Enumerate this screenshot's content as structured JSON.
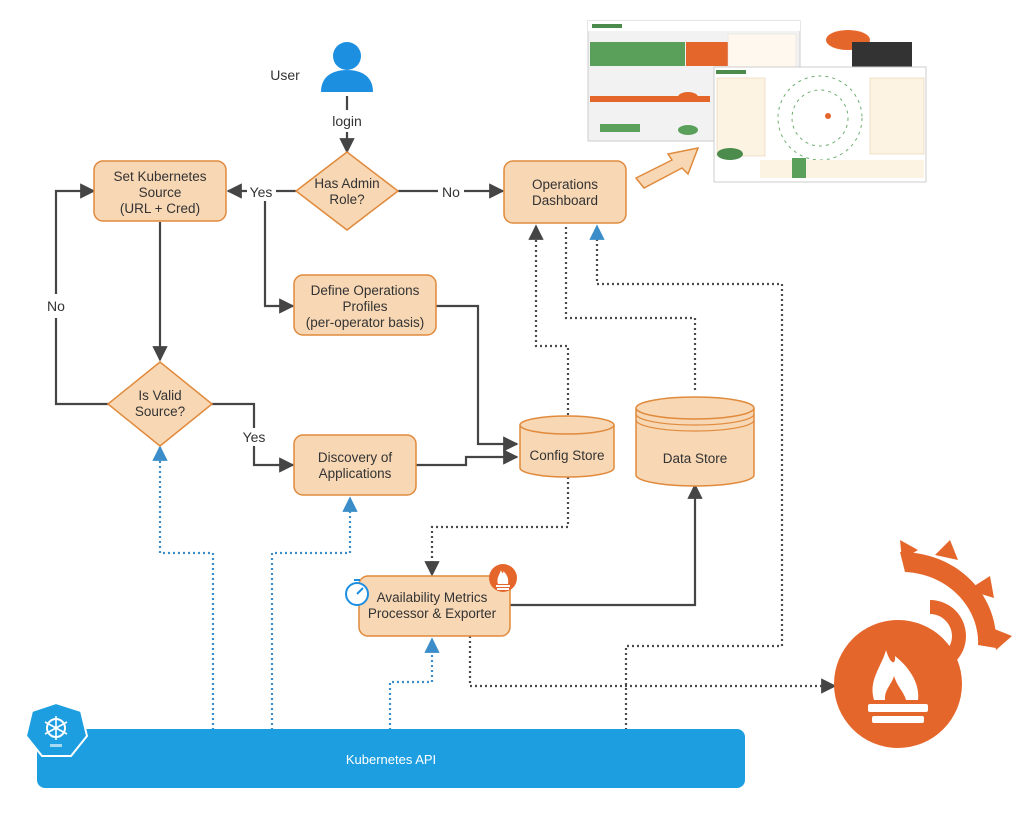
{
  "colors": {
    "node_fill": "#f8d7b4",
    "node_stroke": "#e08a3c",
    "line": "#454545",
    "dotted": "#4a4a4a",
    "blue_dotted": "#3a8dc8",
    "api_blue": "#1d9ee0",
    "prom_orange": "#e5662b",
    "user_blue": "#1d8fe1"
  },
  "nodes": {
    "user_label": "User",
    "login_label": "login",
    "has_admin_l1": "Has Admin",
    "has_admin_l2": "Role?",
    "set_k8s_l1": "Set Kubernetes",
    "set_k8s_l2": "Source",
    "set_k8s_l3": "(URL + Cred)",
    "ops_dash_l1": "Operations",
    "ops_dash_l2": "Dashboard",
    "define_l1": "Define Operations",
    "define_l2": "Profiles",
    "define_l3": "(per-operator basis)",
    "valid_l1": "Is Valid",
    "valid_l2": "Source?",
    "discovery_l1": "Discovery of",
    "discovery_l2": "Applications",
    "config_store": "Config Store",
    "data_store": "Data Store",
    "avail_l1": "Availability Metrics",
    "avail_l2": "Processor & Exporter",
    "k8s_api": "Kubernetes API"
  },
  "edge_labels": {
    "yes_admin": "Yes",
    "no_admin": "No",
    "no_valid": "No",
    "yes_valid": "Yes"
  },
  "icons": [
    "user-icon",
    "kubernetes-icon",
    "prometheus-icon",
    "grafana-icon",
    "timer-icon",
    "dashboard-screenshot"
  ]
}
